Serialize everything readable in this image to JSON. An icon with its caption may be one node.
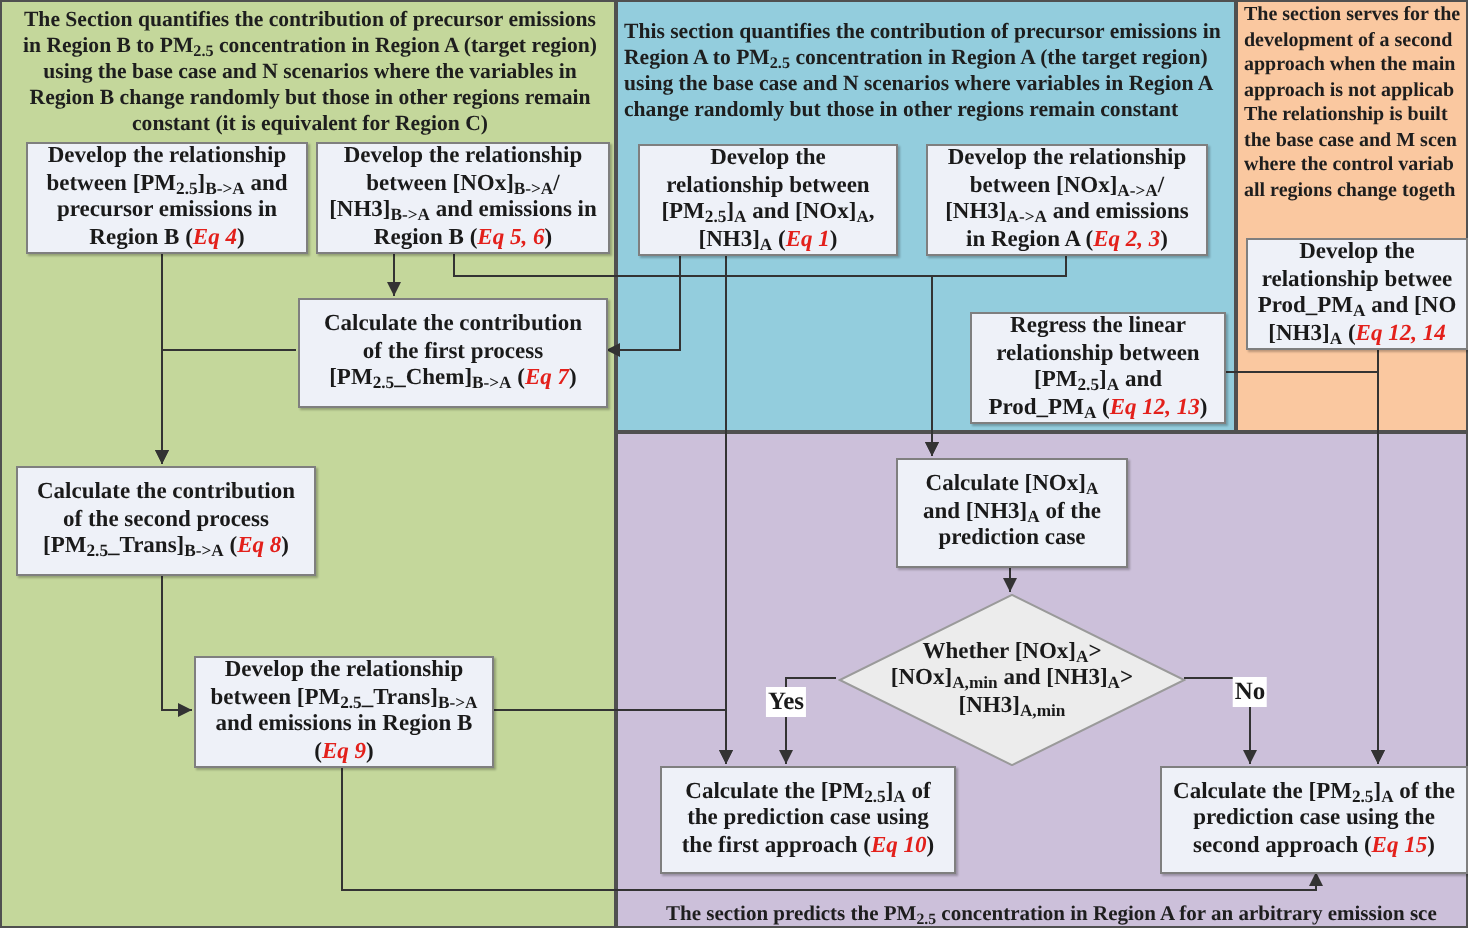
{
  "diagram": {
    "nodes": [
      {
        "text": [
          "The Section quantifies the contribution of precursor emissions in Region B to PM$_{2.5}$ concentration in Region A (target region) using the base case and N scenarios where the variables in Region B change randomly but those in other regions remain constant (it is equivalent for Region C)"
        ]
      },
      {
        "text": [
          "Develop the relationship between [PM$_{2.5}$]$_{B->A}$ and precursor emissions in Region B (*Eq 4*)"
        ],
        "in": 0
      },
      {
        "text": [
          "Develop the relationship between [NOx]$_{B->A}$/ [NH3]$_{B->A}$ and emissions in Region B (*Eq 5, 6*)"
        ],
        "in": 0
      },
      {
        "text": [
          "Calculate the contribution of the first process [PM$_{2.5}$_Chem]$_{B->A}$ (*Eq 7*)"
        ],
        "in": 0
      },
      {
        "text": [
          "Calculate the contribution of the second process [PM$_{2.5}$_Trans]$_{B->A}$ (*Eq 8*)"
        ],
        "in": 0
      },
      {
        "text": [
          "Develop the relationship between [PM$_{2.5}$_Trans]$_{B->A}$ and emissions in Region B (*Eq 9*)"
        ],
        "in": 0
      },
      {
        "text": [
          "This section quantifies the contribution of precursor emissions in Region A to PM$_{2.5}$ concentration in Region A (the target region) using the base case and N scenarios where variables in Region A change randomly but those in other regions remain constant"
        ]
      },
      {
        "text": [
          "Develop the relationship between [PM$_{2.5}$]$_{A}$ and [NOx]$_{A}$, [NH3]$_{A}$ (*Eq 1*)"
        ],
        "in": 6
      },
      {
        "text": [
          "Develop the relationship between [NOx]$_{A->A}$/ [NH3]$_{A->A}$ and emissions in Region A (*Eq 2, 3*)"
        ],
        "in": 6
      },
      {
        "text": [
          "Regress the linear relationship between [PM$_{2.5}$]$_{A}$ and Prod_PM$_{A}$ (*Eq 12, 13*)"
        ],
        "in": 6
      },
      {
        "text": [
          "The section serves for the development of a second approach when the main approach is not applicab The relationship is built the base case and M scen where the control variab all regions change togeth"
        ]
      },
      {
        "text": [
          "Develop the relationship betwee Prod_PM$_{A}$ and [NO [NH3]$_{A}$ (*Eq 12, 14*"
        ],
        "in": 10
      },
      {
        "text": [
          "The section predicts the PM$_{2.5}$ concentration in Region A for an arbitrary emission sce"
        ]
      },
      {
        "text": [
          "Calculate [NOx]$_{A}$ and [NH3]$_{A}$ of the prediction case"
        ],
        "in": 12
      },
      {
        "text": [
          "Whether [NOx]$_{A}$>[NOx]$_{A,min}$ and [NH3]$_{A}$>[NH3]$_{A,min}$"
        ],
        "in": 12
      },
      {
        "text": [
          "Calculate the [PM$_{2.5}$]$_{A}$ of the prediction case using the first approach (*Eq 10*)"
        ],
        "in": 12
      },
      {
        "text": [
          "Calculate the [PM$_{2.5}$]$_{A}$ of the prediction case using the second approach (*Eq 15*)"
        ],
        "in": 12
      }
    ],
    "edges": [
      {
        "from": 2,
        "to": 3,
        "arrow": "to"
      },
      {
        "from": 1,
        "to": 4,
        "arrow": "to"
      },
      {
        "from": 3,
        "to": 4,
        "arrow": "to"
      },
      {
        "from": 7,
        "to": 3,
        "arrow": "to"
      },
      {
        "from": 2,
        "to": 13,
        "arrow": "to"
      },
      {
        "from": 8,
        "to": 13,
        "arrow": "to"
      },
      {
        "from": 7,
        "to": 15,
        "arrow": "to"
      },
      {
        "from": 5,
        "to": 15,
        "arrow": "to"
      },
      {
        "from": 4,
        "to": 5,
        "arrow": "to"
      },
      {
        "from": 5,
        "to": 16,
        "arrow": "to"
      },
      {
        "from": 13,
        "to": 14,
        "arrow": "to"
      },
      {
        "from": 14,
        "to": 15,
        "arrow": "to",
        "label": "Yes"
      },
      {
        "from": 14,
        "to": 16,
        "arrow": "to",
        "label": "No"
      },
      {
        "from": 11,
        "to": 16,
        "arrow": "to"
      },
      {
        "from": 9,
        "to": 16,
        "arrow": "to"
      }
    ]
  }
}
